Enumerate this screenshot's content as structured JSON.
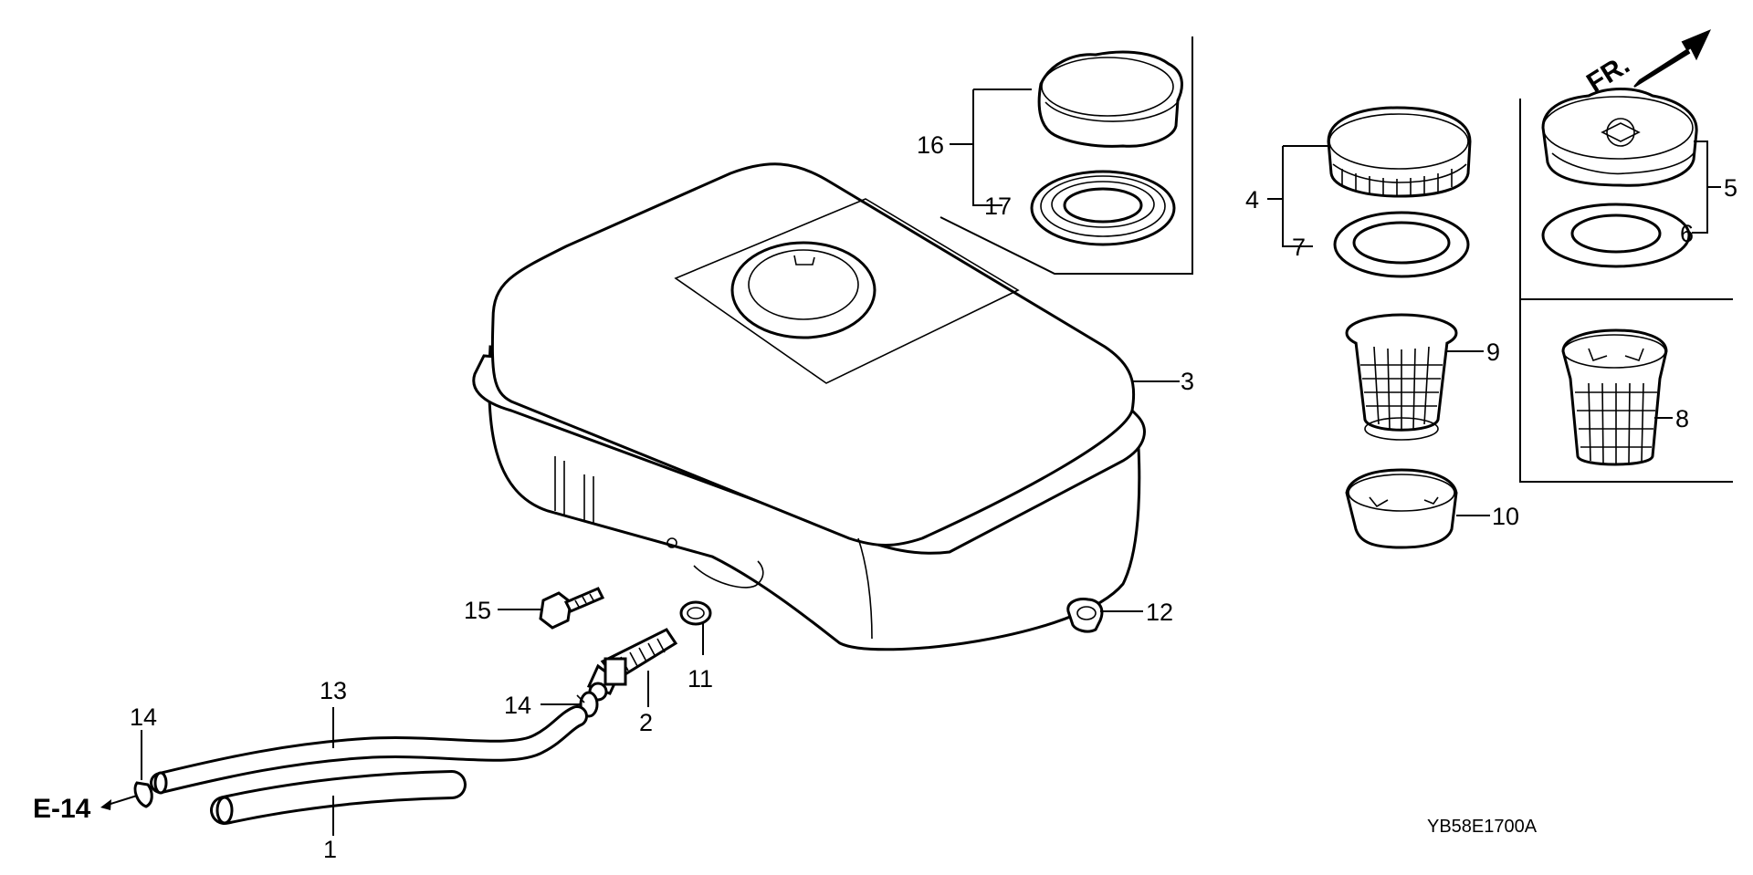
{
  "labels": {
    "p1": "1",
    "p2": "2",
    "p3": "3",
    "p4": "4",
    "p5": "5",
    "p6": "6",
    "p7": "7",
    "p8": "8",
    "p9": "9",
    "p10": "10",
    "p11": "11",
    "p12": "12",
    "p13": "13",
    "p14a": "14",
    "p14b": "14",
    "p15": "15",
    "p16": "16",
    "p17": "17"
  },
  "front_arrow_label": "FR.",
  "ref_label": "E-14",
  "diagram_code": "YB58E1700A"
}
